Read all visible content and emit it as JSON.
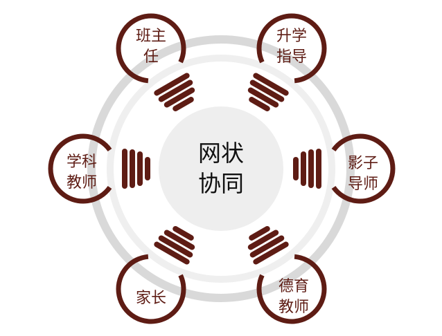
{
  "center": {
    "line1": "网状",
    "line2": "协同"
  },
  "nodes": [
    {
      "line1": "班主",
      "line2": "任"
    },
    {
      "line1": "升学",
      "line2": "指导"
    },
    {
      "line1": "学科",
      "line2": "教师"
    },
    {
      "line1": "影子",
      "line2": "导师"
    },
    {
      "line1": "家长",
      "line2": ""
    },
    {
      "line1": "德育",
      "line2": "教师"
    }
  ],
  "colors": {
    "accent": "#5e1c14",
    "outer_ring": "#d9d9d9",
    "inner_ring": "#efefef",
    "center_fill": "#eeeeee"
  }
}
